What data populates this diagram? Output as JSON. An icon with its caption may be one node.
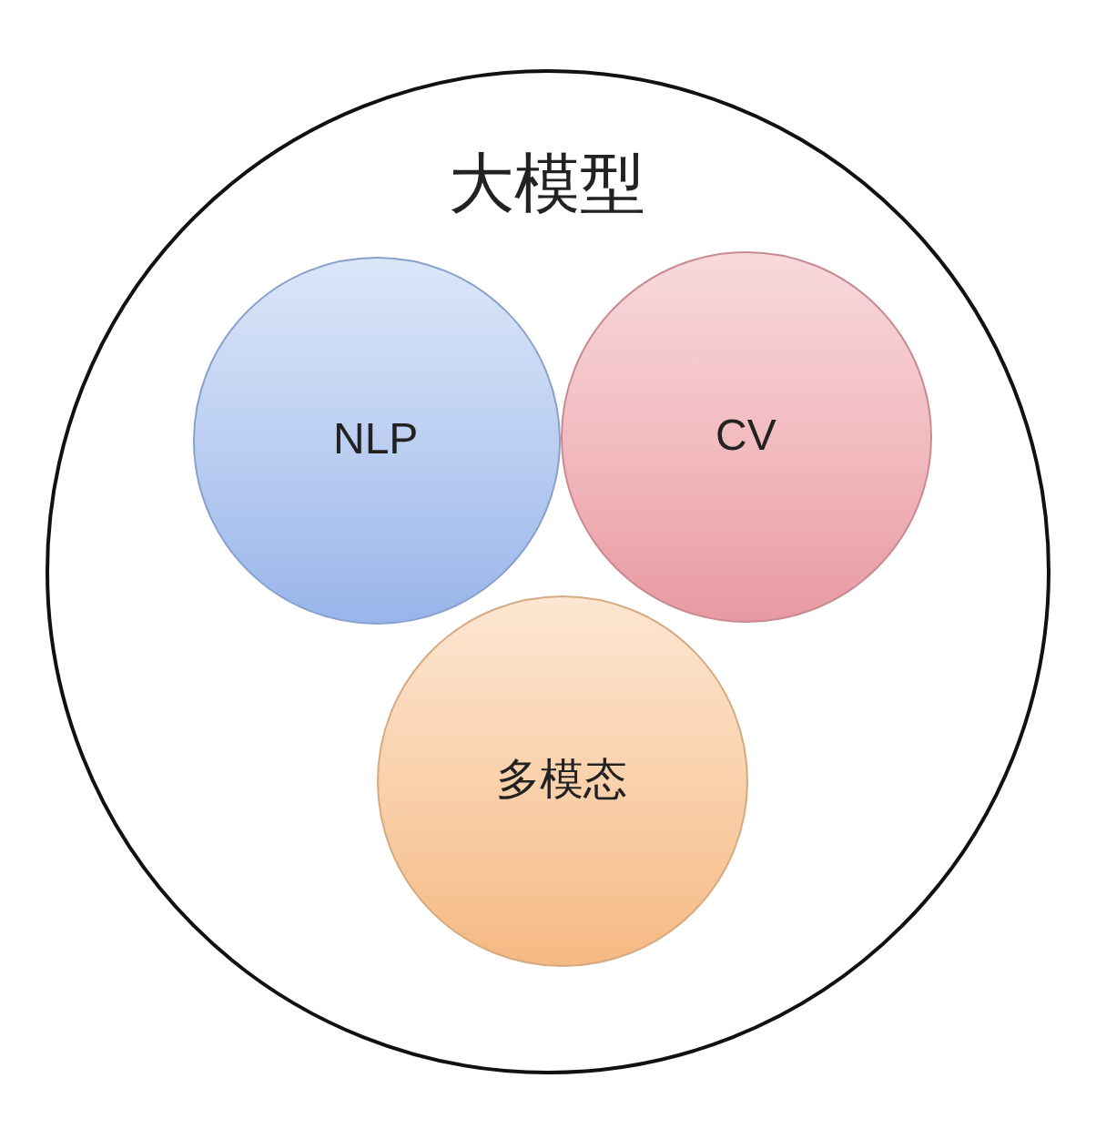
{
  "diagram": {
    "nodes": [
      {
        "text": [
          "大模型"
        ]
      },
      {
        "text": [
          "NLP"
        ],
        "in": 0
      },
      {
        "text": [
          "CV"
        ],
        "in": 0
      },
      {
        "text": [
          "多模态"
        ],
        "in": 0
      }
    ]
  }
}
